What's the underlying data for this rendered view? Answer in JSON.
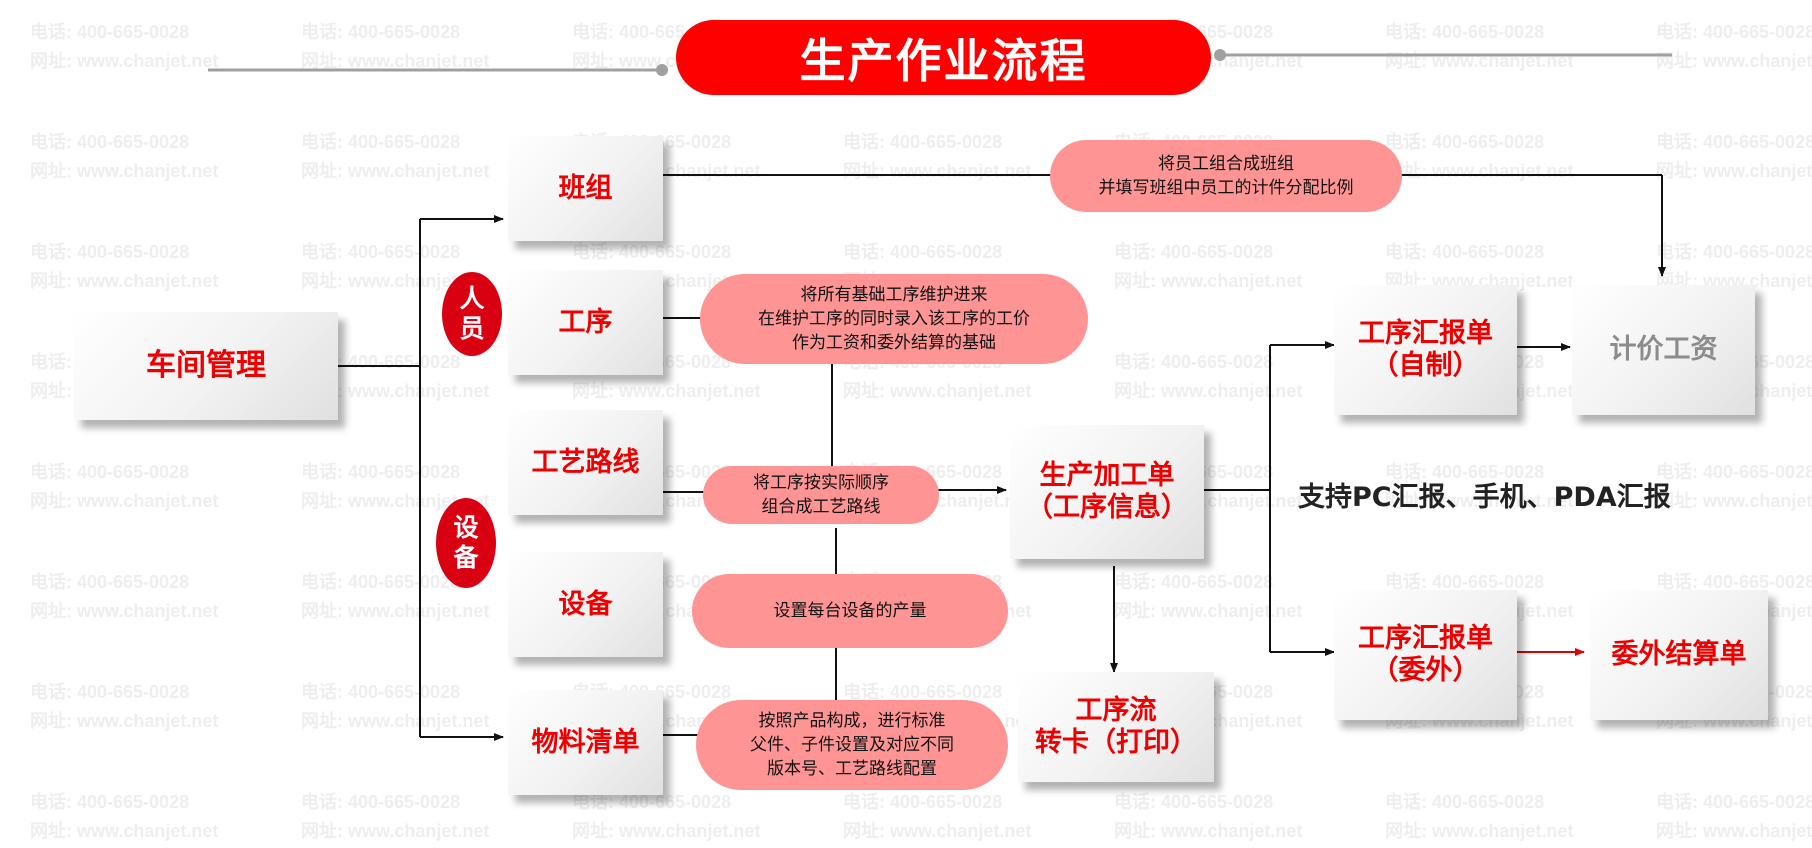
{
  "title": "生产作业流程",
  "watermark": {
    "phone": "电话: 400-665-0028",
    "site": "网址: www.chanjet.net"
  },
  "nodes": {
    "workshop": "车间管理",
    "team": "班组",
    "process": "工序",
    "route": "工艺路线",
    "equipment": "设备",
    "bom": "物料清单",
    "production_order": "生产加工单\n（工序信息）",
    "report_self": "工序汇报单\n（自制）",
    "piece_wage": "计价工资",
    "report_outsource": "工序汇报单\n（委外）",
    "outsource_settlement": "委外结算单",
    "flow_card": "工序流\n转卡（打印）"
  },
  "badges": {
    "personnel": "人\n员",
    "equipment": "设\n备"
  },
  "notes": {
    "team": "将员工组合成班组\n并填写班组中员工的计件分配比例",
    "process": "将所有基础工序维护进来\n在维护工序的同时录入该工序的工价\n作为工资和委外结算的基础",
    "route": "将工序按实际顺序\n组合成工艺路线",
    "equipment": "设置每台设备的产量",
    "bom": "按照产品构成，进行标准\n父件、子件设置及对应不同\n版本号、工艺路线配置",
    "support": "支持PC汇报、手机、PDA汇报"
  },
  "colors": {
    "accent": "#ff0000",
    "node_text": "#ee0000",
    "pill": "#ff9494",
    "badge": "#d90012",
    "muted": "#8c8c8c"
  }
}
